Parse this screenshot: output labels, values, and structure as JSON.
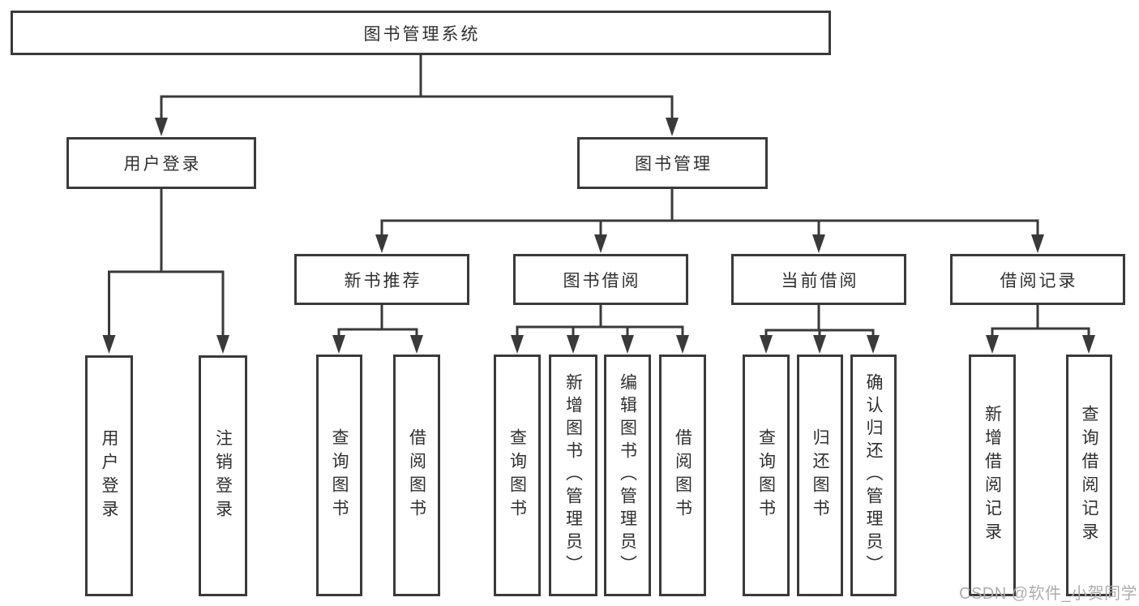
{
  "diagram": {
    "title": "图书管理系统",
    "root": {
      "label": "图书管理系统"
    },
    "level2": {
      "user_login": {
        "label": "用户登录"
      },
      "book_management": {
        "label": "图书管理"
      }
    },
    "level3": {
      "new_book_recommend": {
        "label": "新书推荐"
      },
      "book_borrowing": {
        "label": "图书借阅"
      },
      "current_borrowing": {
        "label": "当前借阅"
      },
      "borrowing_records": {
        "label": "借阅记录"
      }
    },
    "leaves": {
      "user_login": {
        "label": "用户登录"
      },
      "logout": {
        "label": "注销登录"
      },
      "nb_query_books": {
        "label": "查询图书"
      },
      "nb_borrow_books": {
        "label": "借阅图书"
      },
      "bb_query_books": {
        "label": "查询图书"
      },
      "bb_add_books_admin": {
        "label": "新增图书（管理员）"
      },
      "bb_edit_books_admin": {
        "label": "编辑图书（管理员）"
      },
      "bb_borrow_books": {
        "label": "借阅图书"
      },
      "cb_query_books": {
        "label": "查询图书"
      },
      "cb_return_books": {
        "label": "归还图书"
      },
      "cb_confirm_return_admin": {
        "label": "确认归还（管理员）"
      },
      "br_add_record": {
        "label": "新增借阅记录"
      },
      "br_query_record": {
        "label": "查询借阅记录"
      }
    }
  },
  "watermark": {
    "text": "CSDN @软件_小贺同学"
  },
  "colors": {
    "border": "#3a3a3a",
    "line": "#3a3a3a",
    "text": "#2f2f2f",
    "background": "#ffffff",
    "watermark": "#adadad"
  }
}
